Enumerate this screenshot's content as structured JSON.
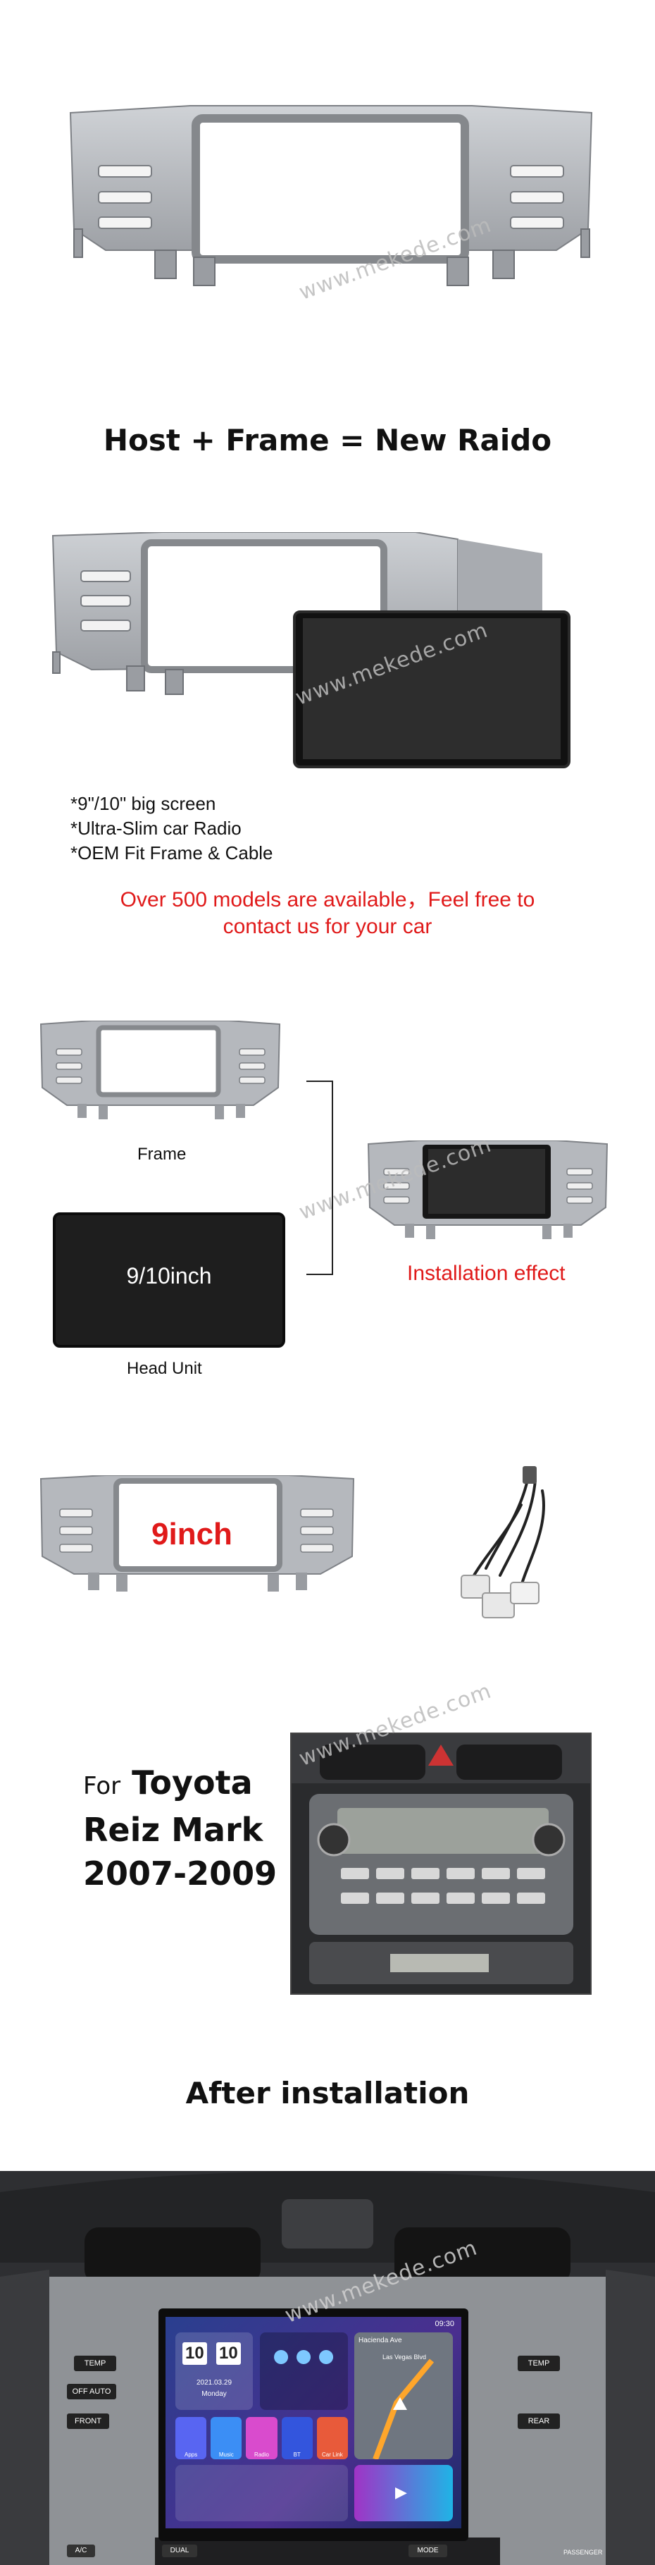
{
  "watermark": "www.mekede.com",
  "tagline": "Host + Frame = New Raido",
  "features": [
    "*9\"/10\" big screen",
    "*Ultra-Slim car Radio",
    "*OEM Fit Frame & Cable"
  ],
  "notice": {
    "line1": "Over 500 models are available，Feel free to",
    "line2": "contact us for your car"
  },
  "diagram": {
    "frame_label": "Frame",
    "head_unit_label": "Head Unit",
    "screen_size": "9/10inch",
    "result_label": "Installation effect"
  },
  "kit": {
    "screen_label": "9inch"
  },
  "fitment": {
    "prefix": "For",
    "brand": "Toyota",
    "model": "Reiz Mark",
    "years": "2007-2009"
  },
  "after_title": "After installation",
  "dash_screen": {
    "time_h": "10",
    "time_m": "10",
    "date": "2021.03.29",
    "day": "Monday",
    "nav_street": "Hacienda Ave",
    "nav_dest": "Las Vegas Blvd",
    "apps": [
      "Apps",
      "Music",
      "Radio",
      "BT",
      "Car Link"
    ],
    "status": "09:30"
  },
  "dash_buttons": {
    "temp_left": "TEMP",
    "off_auto": "OFF AUTO",
    "front": "FRONT",
    "temp_right": "TEMP",
    "rear": "REAR",
    "mode": "MODE",
    "dual": "DUAL",
    "a_c": "A/C",
    "passenger": "PASSENGER"
  },
  "colors": {
    "frame": "#b8bbc0",
    "frame_dark": "#8f9297",
    "red": "#e01a1a",
    "screen": "#1e1e1e"
  }
}
